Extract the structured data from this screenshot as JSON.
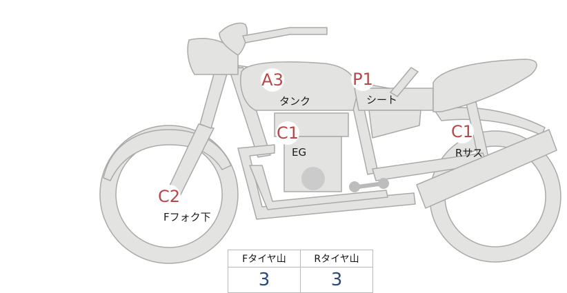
{
  "markers": [
    {
      "id": "tank",
      "code": "A3",
      "label": "タンク"
    },
    {
      "id": "seat",
      "code": "P1",
      "label": "シート"
    },
    {
      "id": "engine",
      "code": "C1",
      "label": "EG"
    },
    {
      "id": "rear-suspension",
      "code": "C1",
      "label": "Rサス"
    },
    {
      "id": "front-fork",
      "code": "C2",
      "label": "Fフォク下"
    }
  ],
  "tire_table": {
    "headers": [
      "Fタイヤ山",
      "Rタイヤ山"
    ],
    "values": [
      "3",
      "3"
    ]
  },
  "colors": {
    "bike_fill": "#e3e3e1",
    "bike_stroke": "#a9a9a9",
    "marker_text": "#b5484b",
    "value_text": "#2b4a7a"
  }
}
